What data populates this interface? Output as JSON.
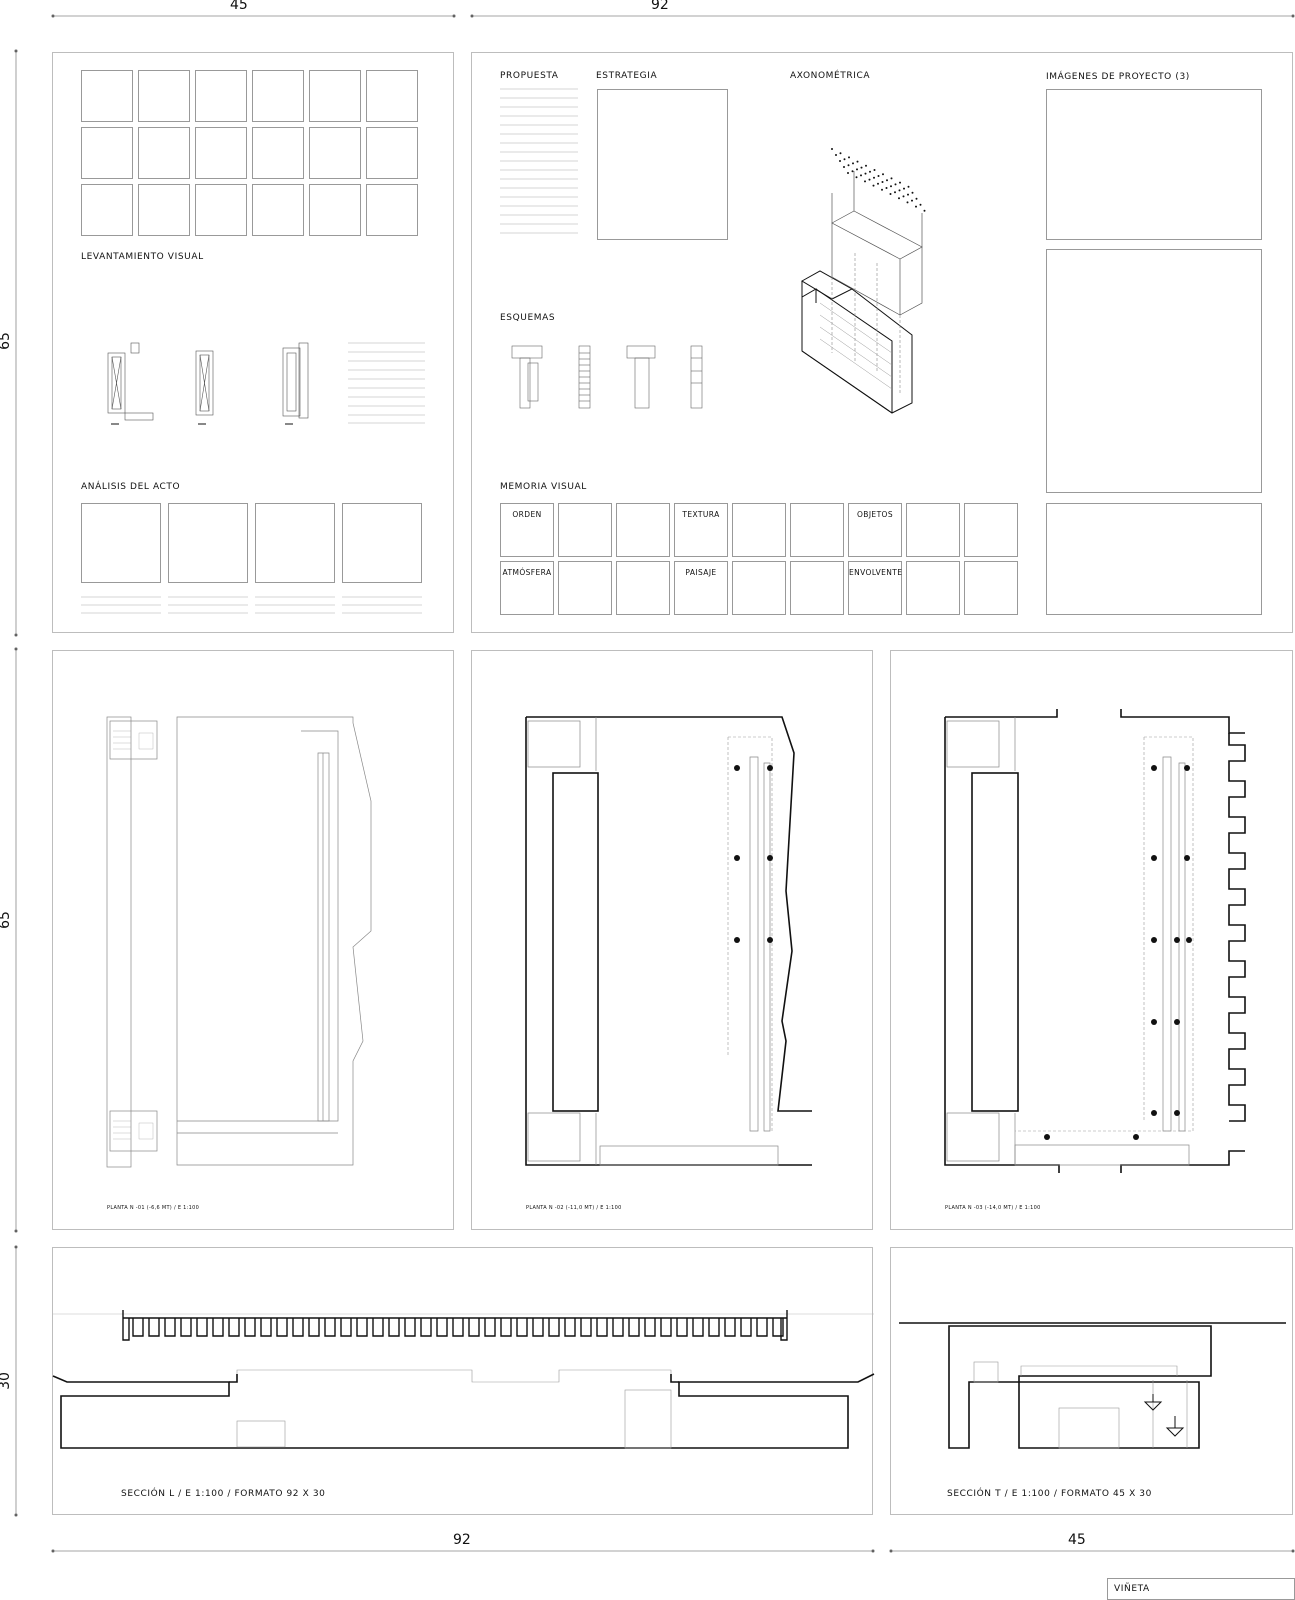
{
  "dimensions": {
    "top_left": "45",
    "top_right": "92",
    "left_top": "65",
    "left_middle": "65",
    "left_bottom": "30",
    "bottom_left": "92",
    "bottom_right": "45"
  },
  "sheet1": {
    "levantamiento": "LEVANTAMIENTO VISUAL",
    "analisis": "ANÁLISIS DEL ACTO"
  },
  "sheet2": {
    "propuesta": "PROPUESTA",
    "estrategia": "ESTRATEGIA",
    "axonometrica": "AXONOMÉTRICA",
    "imagenes": "IMÁGENES DE PROYECTO (3)",
    "esquemas": "ESQUEMAS",
    "memoria": "MEMORIA VISUAL",
    "memoria_cells": [
      "ORDEN",
      "",
      "",
      "TEXTURA",
      "",
      "",
      "OBJETOS",
      "",
      "",
      "ATMÓSFERA",
      "",
      "",
      "PAISAJE",
      "",
      "",
      "ENVOLVENTE",
      "",
      ""
    ]
  },
  "plans": {
    "plan1": "PLANTA N -01 (-6,6 MT) / E 1:100",
    "plan2": "PLANTA N -02 (-11,0 MT) / E 1:100",
    "plan3": "PLANTA N -03 (-14,0 MT) / E 1:100"
  },
  "sections": {
    "long": "SECCIÓN L / E 1:100 / FORMATO 92 X 30",
    "trans": "SECCIÓN T / E 1:100 / FORMATO 45 X 30"
  },
  "vineta": "VIÑETA"
}
